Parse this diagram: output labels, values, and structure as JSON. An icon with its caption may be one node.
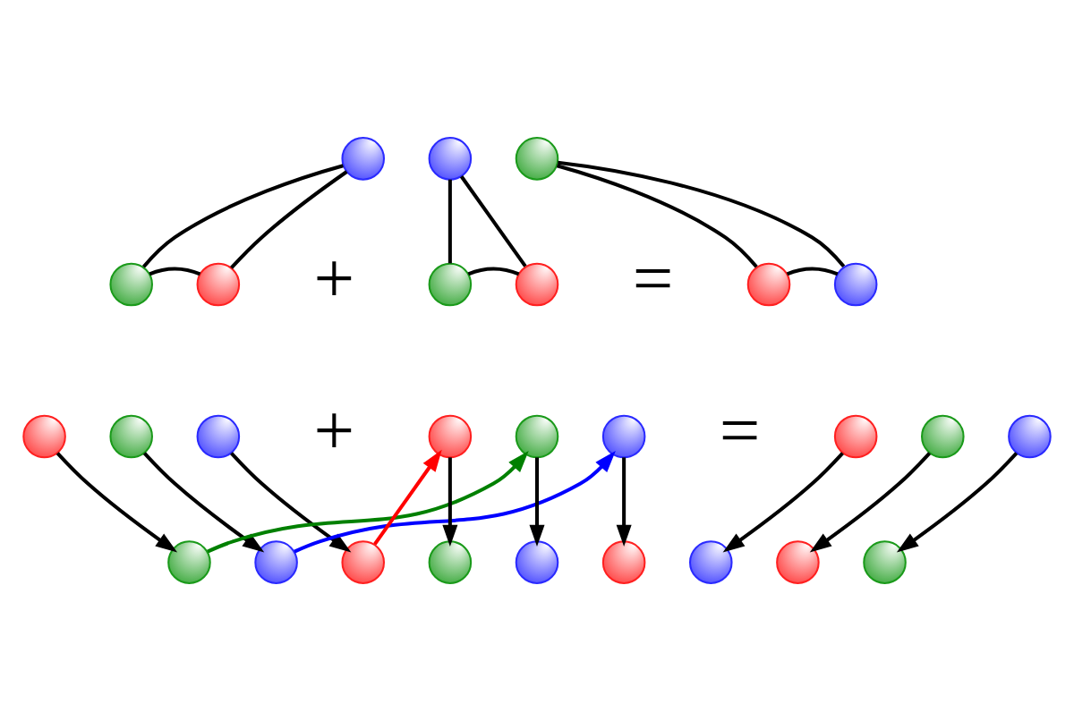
{
  "diagram": {
    "nodes": [
      {
        "text": [],
        "shape": "circle"
      },
      {
        "text": [],
        "shape": "circle"
      },
      {
        "text": [],
        "shape": "circle"
      },
      {
        "text": [],
        "shape": "circle"
      },
      {
        "text": [],
        "shape": "circle"
      },
      {
        "text": [],
        "shape": "circle"
      },
      {
        "text": [],
        "shape": "circle"
      },
      {
        "text": [],
        "shape": "circle"
      },
      {
        "text": [],
        "shape": "circle"
      },
      {
        "text": [],
        "shape": "circle"
      },
      {
        "text": [],
        "shape": "circle"
      },
      {
        "text": [],
        "shape": "circle"
      },
      {
        "text": [],
        "shape": "circle"
      },
      {
        "text": [],
        "shape": "circle"
      },
      {
        "text": [],
        "shape": "circle"
      },
      {
        "text": [],
        "shape": "circle"
      },
      {
        "text": [],
        "shape": "circle"
      },
      {
        "text": [],
        "shape": "circle"
      },
      {
        "text": [],
        "shape": "circle"
      },
      {
        "text": [],
        "shape": "circle"
      },
      {
        "text": [],
        "shape": "circle"
      },
      {
        "text": [],
        "shape": "circle"
      },
      {
        "text": [],
        "shape": "circle"
      },
      {
        "text": [],
        "shape": "circle"
      },
      {
        "text": [],
        "shape": "circle"
      },
      {
        "text": [],
        "shape": "circle"
      },
      {
        "text": [],
        "shape": "circle"
      }
    ],
    "edges": [
      {
        "from": 0,
        "to": 1,
        "arrow": "none"
      },
      {
        "from": 1,
        "to": 2,
        "arrow": "none"
      },
      {
        "from": 2,
        "to": 0,
        "arrow": "none"
      },
      {
        "from": 3,
        "to": 4,
        "arrow": "none"
      },
      {
        "from": 4,
        "to": 5,
        "arrow": "none"
      },
      {
        "from": 5,
        "to": 3,
        "arrow": "none"
      },
      {
        "from": 6,
        "to": 7,
        "arrow": "none"
      },
      {
        "from": 7,
        "to": 8,
        "arrow": "none"
      },
      {
        "from": 8,
        "to": 6,
        "arrow": "none"
      },
      {
        "from": 9,
        "to": 12,
        "arrow": "to"
      },
      {
        "from": 10,
        "to": 13,
        "arrow": "to"
      },
      {
        "from": 11,
        "to": 14,
        "arrow": "to"
      },
      {
        "from": 15,
        "to": 18,
        "arrow": "to"
      },
      {
        "from": 16,
        "to": 19,
        "arrow": "to"
      },
      {
        "from": 17,
        "to": 20,
        "arrow": "to"
      },
      {
        "from": 21,
        "to": 24,
        "arrow": "to"
      },
      {
        "from": 22,
        "to": 25,
        "arrow": "to"
      },
      {
        "from": 23,
        "to": 26,
        "arrow": "to"
      },
      {
        "from": 14,
        "to": 15,
        "arrow": "to",
        "color": "#ff0000"
      },
      {
        "from": 12,
        "to": 16,
        "arrow": "to",
        "color": "#008000"
      },
      {
        "from": 13,
        "to": 17,
        "arrow": "to",
        "color": "#0000ff"
      }
    ],
    "labels": [
      "+",
      "=",
      "+",
      "="
    ]
  }
}
